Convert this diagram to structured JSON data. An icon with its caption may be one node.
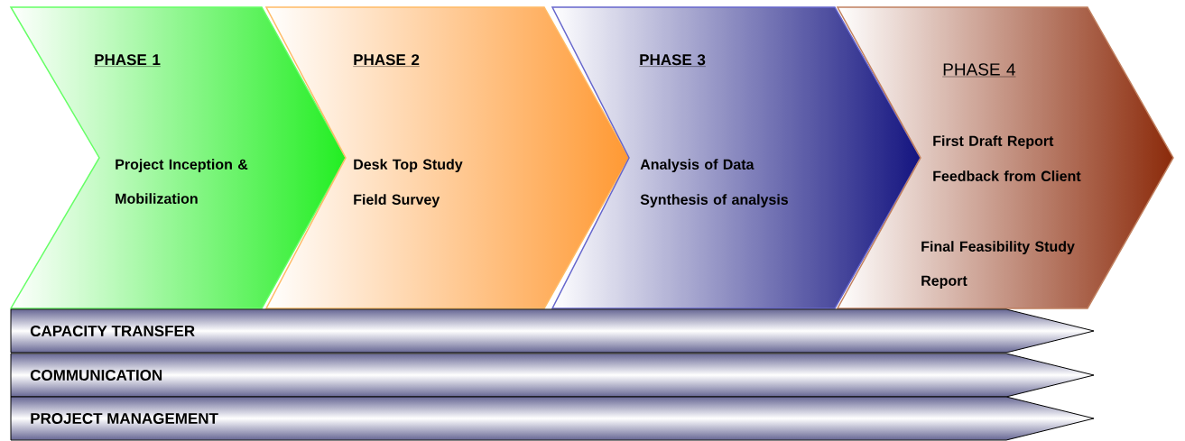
{
  "diagram": {
    "nodes": [
      {
        "text": [
          "PHASE 1",
          "Project Inception & Mobilization"
        ]
      },
      {
        "text": [
          "PHASE 2",
          "Desk Top Study",
          "Field Survey"
        ]
      },
      {
        "text": [
          "PHASE 3",
          "Analysis of Data",
          "Synthesis of analysis"
        ]
      },
      {
        "text": [
          "PHASE 4",
          "First Draft Report",
          "Feedback from Client",
          "Final Feasibility Study Report"
        ]
      },
      {
        "text": [
          "CAPACITY TRANSFER"
        ]
      },
      {
        "text": [
          "COMMUNICATION"
        ]
      },
      {
        "text": [
          "PROJECT MANAGEMENT"
        ]
      }
    ]
  }
}
